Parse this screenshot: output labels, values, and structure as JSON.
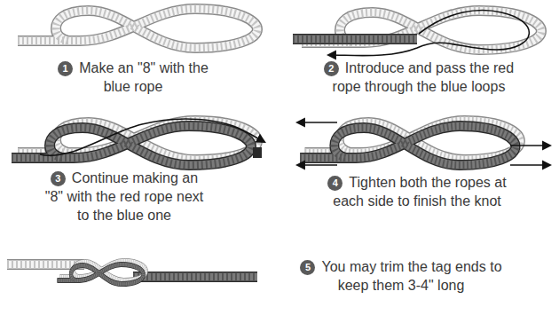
{
  "diagram": {
    "labels": [
      "1",
      "Make an \"8\" with the blue rope",
      "2",
      "Introduce and pass the red rope through the blue loops",
      "3",
      "Continue making an \"8\" with the red rope next to the blue one",
      "4",
      "Tighten both the ropes at each side to finish the knot",
      "5",
      "You may trim the tag ends to keep them 3-4\" long"
    ]
  }
}
